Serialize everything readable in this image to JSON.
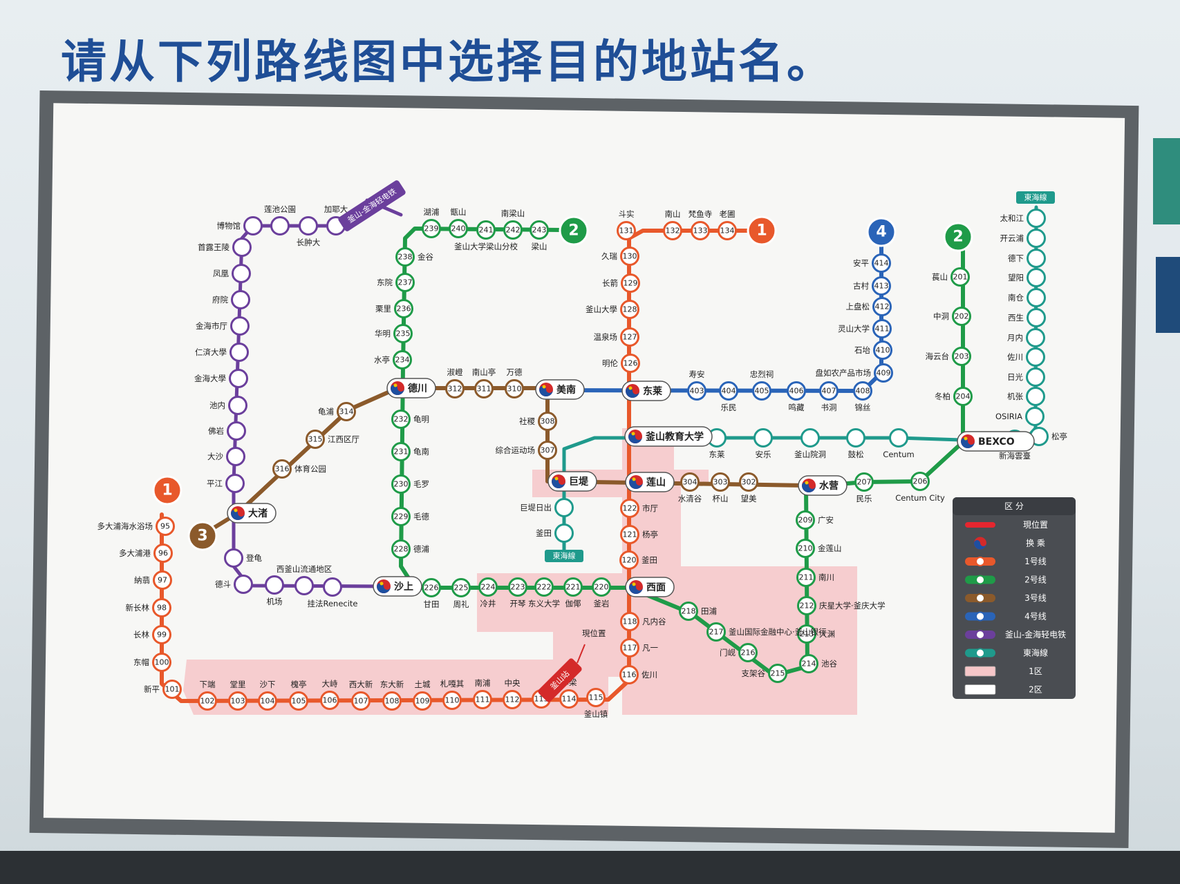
{
  "headline": "请从下列路线图中选择目的地站名。",
  "colors": {
    "line1": "#e8582b",
    "line2": "#1f9b48",
    "line3": "#8b5a2b",
    "line4": "#2a64b8",
    "bgl": "#6b3f9c",
    "donghae": "#1f9a8c",
    "zone1": "#f6c6c8",
    "legend_bg": "#4a4d52"
  },
  "map": {
    "badges": [
      {
        "id": "b1a",
        "label": "1",
        "line": "line1"
      },
      {
        "id": "b1b",
        "label": "1",
        "line": "line1"
      },
      {
        "id": "b2a",
        "label": "2",
        "line": "line2"
      },
      {
        "id": "b2b",
        "label": "2",
        "line": "line2"
      },
      {
        "id": "b3",
        "label": "3",
        "line": "line3"
      },
      {
        "id": "b4",
        "label": "4",
        "line": "line4"
      }
    ],
    "tags": {
      "bgl": "釜山-金海轻电铁",
      "donghae_top": "東海線",
      "donghae_mid": "東海線",
      "current": "現位置",
      "busan_station": "釜山站"
    },
    "stations": [
      {
        "id": "n95",
        "line": "line1",
        "num": "95",
        "label": "多大浦海水浴场"
      },
      {
        "id": "n96",
        "line": "line1",
        "num": "96",
        "label": "多大浦港"
      },
      {
        "id": "n97",
        "line": "line1",
        "num": "97",
        "label": "納翡"
      },
      {
        "id": "n98",
        "line": "line1",
        "num": "98",
        "label": "新长林"
      },
      {
        "id": "n99",
        "line": "line1",
        "num": "99",
        "label": "长林"
      },
      {
        "id": "n100",
        "line": "line1",
        "num": "100",
        "label": "东帽"
      },
      {
        "id": "n101",
        "line": "line1",
        "num": "101",
        "label": "新平"
      },
      {
        "id": "n102",
        "line": "line1",
        "num": "102",
        "label": "下端"
      },
      {
        "id": "n103",
        "line": "line1",
        "num": "103",
        "label": "堂里"
      },
      {
        "id": "n104",
        "line": "line1",
        "num": "104",
        "label": "沙下"
      },
      {
        "id": "n105",
        "line": "line1",
        "num": "105",
        "label": "槐亭"
      },
      {
        "id": "n106",
        "line": "line1",
        "num": "106",
        "label": "大峙"
      },
      {
        "id": "n107",
        "line": "line1",
        "num": "107",
        "label": "西大新"
      },
      {
        "id": "n108",
        "line": "line1",
        "num": "108",
        "label": "东大新"
      },
      {
        "id": "n109",
        "line": "line1",
        "num": "109",
        "label": "土城"
      },
      {
        "id": "n110",
        "line": "line1",
        "num": "110",
        "label": "札嘎其"
      },
      {
        "id": "n111",
        "line": "line1",
        "num": "111",
        "label": "南浦"
      },
      {
        "id": "n112",
        "line": "line1",
        "num": "112",
        "label": "中央"
      },
      {
        "id": "n113",
        "line": "line1",
        "num": "113",
        "label": ""
      },
      {
        "id": "n114",
        "line": "line1",
        "num": "114",
        "label": "草梁"
      },
      {
        "id": "n115",
        "line": "line1",
        "num": "115",
        "label": "釜山镇"
      },
      {
        "id": "n116",
        "line": "line1",
        "num": "116",
        "label": "佐川"
      },
      {
        "id": "n117",
        "line": "line1",
        "num": "117",
        "label": "凡一"
      },
      {
        "id": "n118",
        "line": "line1",
        "num": "118",
        "label": "凡内谷"
      },
      {
        "id": "n120",
        "line": "line1",
        "num": "120",
        "label": "釜田"
      },
      {
        "id": "n121",
        "line": "line1",
        "num": "121",
        "label": "杨亭"
      },
      {
        "id": "n122",
        "line": "line1",
        "num": "122",
        "label": "市厅"
      },
      {
        "id": "n126",
        "line": "line1",
        "num": "126",
        "label": "明伦"
      },
      {
        "id": "n127",
        "line": "line1",
        "num": "127",
        "label": "温泉场"
      },
      {
        "id": "n128",
        "line": "line1",
        "num": "128",
        "label": "釜山大學"
      },
      {
        "id": "n129",
        "line": "line1",
        "num": "129",
        "label": "长箭"
      },
      {
        "id": "n130",
        "line": "line1",
        "num": "130",
        "label": "久瑞"
      },
      {
        "id": "n131",
        "line": "line1",
        "num": "131",
        "label": "斗实"
      },
      {
        "id": "n132",
        "line": "line1",
        "num": "132",
        "label": "南山"
      },
      {
        "id": "n133",
        "line": "line1",
        "num": "133",
        "label": "梵鱼寺"
      },
      {
        "id": "n134",
        "line": "line1",
        "num": "134",
        "label": "老圃"
      },
      {
        "id": "n201",
        "line": "line2",
        "num": "201",
        "label": "萇山"
      },
      {
        "id": "n202",
        "line": "line2",
        "num": "202",
        "label": "中洞"
      },
      {
        "id": "n203",
        "line": "line2",
        "num": "203",
        "label": "海云台"
      },
      {
        "id": "n204",
        "line": "line2",
        "num": "204",
        "label": "冬柏"
      },
      {
        "id": "n206",
        "line": "line2",
        "num": "206",
        "label": "Centum City"
      },
      {
        "id": "n207",
        "line": "line2",
        "num": "207",
        "label": "民乐"
      },
      {
        "id": "n209",
        "line": "line2",
        "num": "209",
        "label": "广安"
      },
      {
        "id": "n210",
        "line": "line2",
        "num": "210",
        "label": "金莲山"
      },
      {
        "id": "n211",
        "line": "line2",
        "num": "211",
        "label": "南川"
      },
      {
        "id": "n212",
        "line": "line2",
        "num": "212",
        "label": "庆星大学·釜庆大学"
      },
      {
        "id": "n213",
        "line": "line2",
        "num": "213",
        "label": "大渊"
      },
      {
        "id": "n214",
        "line": "line2",
        "num": "214",
        "label": "池谷"
      },
      {
        "id": "n215",
        "line": "line2",
        "num": "215",
        "label": "支架谷"
      },
      {
        "id": "n216",
        "line": "line2",
        "num": "216",
        "label": "门岘"
      },
      {
        "id": "n217",
        "line": "line2",
        "num": "217",
        "label": "釜山国际金融中心·釜山银行"
      },
      {
        "id": "n218",
        "line": "line2",
        "num": "218",
        "label": "田浦"
      },
      {
        "id": "n220",
        "line": "line2",
        "num": "220",
        "label": "釜岩"
      },
      {
        "id": "n221",
        "line": "line2",
        "num": "221",
        "label": "伽倻"
      },
      {
        "id": "n222",
        "line": "line2",
        "num": "222",
        "label": "东义大学"
      },
      {
        "id": "n223",
        "line": "line2",
        "num": "223",
        "label": "开琴"
      },
      {
        "id": "n224",
        "line": "line2",
        "num": "224",
        "label": "冷井"
      },
      {
        "id": "n225",
        "line": "line2",
        "num": "225",
        "label": "周礼"
      },
      {
        "id": "n226",
        "line": "line2",
        "num": "226",
        "label": "甘田"
      },
      {
        "id": "n228",
        "line": "line2",
        "num": "228",
        "label": "德浦"
      },
      {
        "id": "n229",
        "line": "line2",
        "num": "229",
        "label": "毛德"
      },
      {
        "id": "n230",
        "line": "line2",
        "num": "230",
        "label": "毛罗"
      },
      {
        "id": "n231",
        "line": "line2",
        "num": "231",
        "label": "龟南"
      },
      {
        "id": "n232",
        "line": "line2",
        "num": "232",
        "label": "龟明"
      },
      {
        "id": "n234",
        "line": "line2",
        "num": "234",
        "label": "水亭"
      },
      {
        "id": "n235",
        "line": "line2",
        "num": "235",
        "label": "华明"
      },
      {
        "id": "n236",
        "line": "line2",
        "num": "236",
        "label": "栗里"
      },
      {
        "id": "n237",
        "line": "line2",
        "num": "237",
        "label": "东院"
      },
      {
        "id": "n238",
        "line": "line2",
        "num": "238",
        "label": "金谷"
      },
      {
        "id": "n239",
        "line": "line2",
        "num": "239",
        "label": "湖浦"
      },
      {
        "id": "n240",
        "line": "line2",
        "num": "240",
        "label": "甑山"
      },
      {
        "id": "n241",
        "line": "line2",
        "num": "241",
        "label": "釜山大学梁山分校"
      },
      {
        "id": "n242",
        "line": "line2",
        "num": "242",
        "label": "南梁山"
      },
      {
        "id": "n243",
        "line": "line2",
        "num": "243",
        "label": "梁山"
      },
      {
        "id": "n302",
        "line": "line3",
        "num": "302",
        "label": "望美"
      },
      {
        "id": "n303",
        "line": "line3",
        "num": "303",
        "label": "杯山"
      },
      {
        "id": "n304",
        "line": "line3",
        "num": "304",
        "label": "水清谷"
      },
      {
        "id": "n307",
        "line": "line3",
        "num": "307",
        "label": "综合运动场"
      },
      {
        "id": "n308",
        "line": "line3",
        "num": "308",
        "label": "社稷"
      },
      {
        "id": "n310",
        "line": "line3",
        "num": "310",
        "label": "万德"
      },
      {
        "id": "n311",
        "line": "line3",
        "num": "311",
        "label": "南山亭"
      },
      {
        "id": "n312",
        "line": "line3",
        "num": "312",
        "label": "淑嶝"
      },
      {
        "id": "n314",
        "line": "line3",
        "num": "314",
        "label": "龟浦"
      },
      {
        "id": "n315",
        "line": "line3",
        "num": "315",
        "label": "江西区厅"
      },
      {
        "id": "n316",
        "line": "line3",
        "num": "316",
        "label": "体育公园"
      },
      {
        "id": "n403",
        "line": "line4",
        "num": "403",
        "label": "寿安"
      },
      {
        "id": "n404",
        "line": "line4",
        "num": "404",
        "label": "乐民"
      },
      {
        "id": "n405",
        "line": "line4",
        "num": "405",
        "label": "忠烈祠"
      },
      {
        "id": "n406",
        "line": "line4",
        "num": "406",
        "label": "鸣藏"
      },
      {
        "id": "n407",
        "line": "line4",
        "num": "407",
        "label": "书洞"
      },
      {
        "id": "n408",
        "line": "line4",
        "num": "408",
        "label": "锦丝"
      },
      {
        "id": "n409",
        "line": "line4",
        "num": "409",
        "label": "盘如农产品市场"
      },
      {
        "id": "n410",
        "line": "line4",
        "num": "410",
        "label": "石坮"
      },
      {
        "id": "n411",
        "line": "line4",
        "num": "411",
        "label": "灵山大学"
      },
      {
        "id": "n412",
        "line": "line4",
        "num": "412",
        "label": "上盘松"
      },
      {
        "id": "n413",
        "line": "line4",
        "num": "413",
        "label": "古村"
      },
      {
        "id": "n414",
        "line": "line4",
        "num": "414",
        "label": "安平"
      },
      {
        "id": "g1",
        "line": "bgl",
        "num": "",
        "label": "博物馆"
      },
      {
        "id": "g2",
        "line": "bgl",
        "num": "",
        "label": "莲池公園"
      },
      {
        "id": "g3",
        "line": "bgl",
        "num": "",
        "label": "长肿大"
      },
      {
        "id": "g4",
        "line": "bgl",
        "num": "",
        "label": "加耶大"
      },
      {
        "id": "g5",
        "line": "bgl",
        "num": "",
        "label": "首露王陵"
      },
      {
        "id": "g6",
        "line": "bgl",
        "num": "",
        "label": "凤凰"
      },
      {
        "id": "g7",
        "line": "bgl",
        "num": "",
        "label": "府院"
      },
      {
        "id": "g8",
        "line": "bgl",
        "num": "",
        "label": "金海市厅"
      },
      {
        "id": "g9",
        "line": "bgl",
        "num": "",
        "label": "仁済大學"
      },
      {
        "id": "g10",
        "line": "bgl",
        "num": "",
        "label": "金海大學"
      },
      {
        "id": "g11",
        "line": "bgl",
        "num": "",
        "label": "池内"
      },
      {
        "id": "g12",
        "line": "bgl",
        "num": "",
        "label": "佛岩"
      },
      {
        "id": "g13",
        "line": "bgl",
        "num": "",
        "label": "大沙"
      },
      {
        "id": "g14",
        "line": "bgl",
        "num": "",
        "label": "平江"
      },
      {
        "id": "g15",
        "line": "bgl",
        "num": "",
        "label": "登龟"
      },
      {
        "id": "g16",
        "line": "bgl",
        "num": "",
        "label": "德斗"
      },
      {
        "id": "g17",
        "line": "bgl",
        "num": "",
        "label": "机场"
      },
      {
        "id": "g18",
        "line": "bgl",
        "num": "",
        "label": "西釜山流通地区"
      },
      {
        "id": "g19",
        "line": "bgl",
        "num": "",
        "label": "挂法Renecite"
      },
      {
        "id": "d1",
        "line": "donghae",
        "num": "",
        "label": "太和江"
      },
      {
        "id": "d2",
        "line": "donghae",
        "num": "",
        "label": "开云浦"
      },
      {
        "id": "d3",
        "line": "donghae",
        "num": "",
        "label": "德下"
      },
      {
        "id": "d4",
        "line": "donghae",
        "num": "",
        "label": "望阳"
      },
      {
        "id": "d5",
        "line": "donghae",
        "num": "",
        "label": "南仓"
      },
      {
        "id": "d6",
        "line": "donghae",
        "num": "",
        "label": "西生"
      },
      {
        "id": "d7",
        "line": "donghae",
        "num": "",
        "label": "月内"
      },
      {
        "id": "d8",
        "line": "donghae",
        "num": "",
        "label": "佐川"
      },
      {
        "id": "d9",
        "line": "donghae",
        "num": "",
        "label": "日光"
      },
      {
        "id": "d10",
        "line": "donghae",
        "num": "",
        "label": "机张"
      },
      {
        "id": "d11",
        "line": "donghae",
        "num": "",
        "label": "OSIRIA"
      },
      {
        "id": "d12",
        "line": "donghae",
        "num": "",
        "label": "松亭"
      },
      {
        "id": "d13",
        "line": "donghae",
        "num": "",
        "label": "新海雲臺"
      },
      {
        "id": "d14",
        "line": "donghae",
        "num": "",
        "label": "Centum"
      },
      {
        "id": "d15",
        "line": "donghae",
        "num": "",
        "label": "鼓松"
      },
      {
        "id": "d16",
        "line": "donghae",
        "num": "",
        "label": "釜山院洞"
      },
      {
        "id": "d17",
        "line": "donghae",
        "num": "",
        "label": "安乐"
      },
      {
        "id": "d18",
        "line": "donghae",
        "num": "",
        "label": "东莱"
      },
      {
        "id": "d19",
        "line": "donghae",
        "num": "",
        "label": "巨堤日出"
      },
      {
        "id": "d20",
        "line": "donghae",
        "num": "",
        "label": "釜田"
      }
    ],
    "interchanges": [
      {
        "id": "i_daejeo",
        "label": "大渚"
      },
      {
        "id": "i_deokcheon",
        "label": "德川"
      },
      {
        "id": "i_minam",
        "label": "美南"
      },
      {
        "id": "i_dongnae",
        "label": "东莱"
      },
      {
        "id": "i_edu",
        "label": "釜山教育大学"
      },
      {
        "id": "i_geoje",
        "label": "巨堤"
      },
      {
        "id": "i_yeonsan",
        "label": "莲山"
      },
      {
        "id": "i_suyeong",
        "label": "水营"
      },
      {
        "id": "i_bexco",
        "label": "BEXCO"
      },
      {
        "id": "i_sasang",
        "label": "沙上"
      },
      {
        "id": "i_seomyeon",
        "label": "西面"
      }
    ],
    "legend": {
      "title": "区 分",
      "items": [
        {
          "id": "current",
          "text": "現位置",
          "color": "#e5262f"
        },
        {
          "id": "transfer",
          "text": "换 乘",
          "color": "#ffffff"
        },
        {
          "id": "l1",
          "text": "1号线",
          "color": "#e8582b"
        },
        {
          "id": "l2",
          "text": "2号线",
          "color": "#1f9b48"
        },
        {
          "id": "l3",
          "text": "3号线",
          "color": "#8b5a2b"
        },
        {
          "id": "l4",
          "text": "4号线",
          "color": "#2a64b8"
        },
        {
          "id": "lb",
          "text": "釜山-金海轻电铁",
          "color": "#6b3f9c"
        },
        {
          "id": "ld",
          "text": "東海線",
          "color": "#1f9a8c"
        },
        {
          "id": "z1",
          "text": "1区",
          "color": "#f6c6c8"
        },
        {
          "id": "z2",
          "text": "2区",
          "color": "#ffffff"
        }
      ]
    }
  }
}
